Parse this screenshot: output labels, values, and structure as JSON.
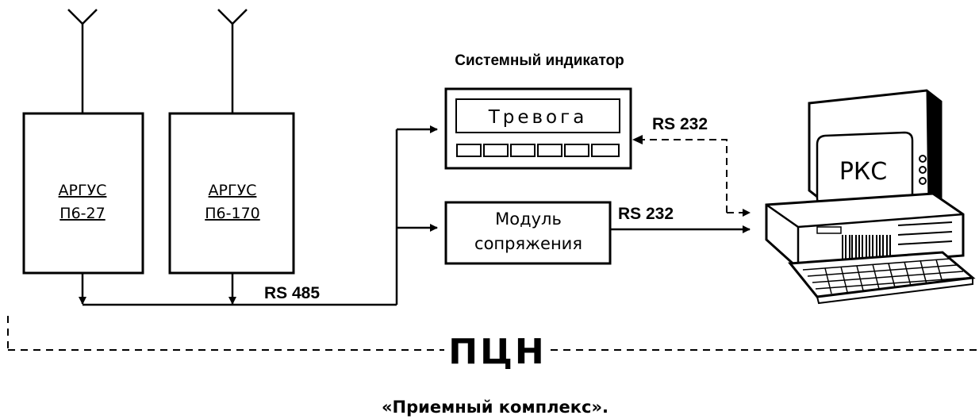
{
  "units": {
    "unit1": {
      "line1": "АРГУС",
      "line2": "П6-27"
    },
    "unit2": {
      "line1": "АРГУС",
      "line2": "П6-170"
    }
  },
  "indicator": {
    "title": "Системный индикатор",
    "display_text": "Тревога"
  },
  "interface_module": {
    "line1": "Модуль",
    "line2": "сопряжения"
  },
  "computer": {
    "screen_label": "РКС"
  },
  "links": {
    "bus": "RS 485",
    "indicator_link": "RS 232",
    "module_link": "RS 232"
  },
  "zone": {
    "label": "ПЦН"
  },
  "caption": "«Приемный комплекс».",
  "colors": {
    "ink": "#000000",
    "background": "#ffffff"
  }
}
